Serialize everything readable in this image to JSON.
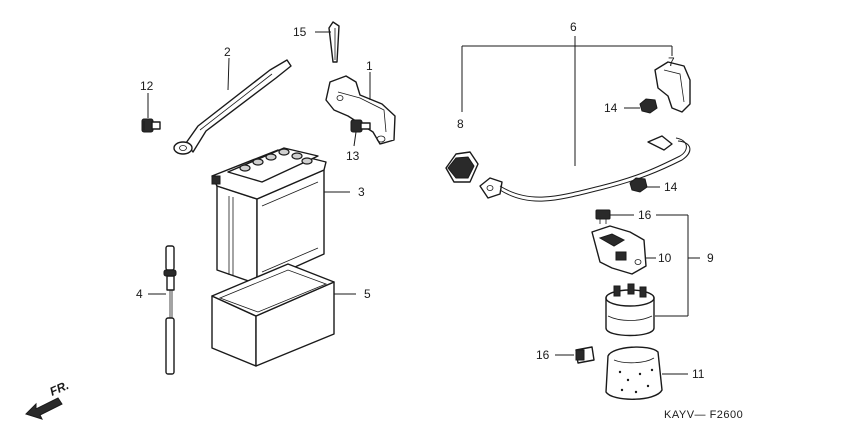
{
  "callouts": {
    "c1": "1",
    "c2": "2",
    "c3": "3",
    "c4": "4",
    "c5": "5",
    "c6": "6",
    "c7": "7",
    "c8": "8",
    "c9": "9",
    "c10": "10",
    "c11": "11",
    "c12": "12",
    "c13": "13",
    "c14a": "14",
    "c14b": "14",
    "c15": "15",
    "c16a": "16",
    "c16b": "16"
  },
  "front_indicator": "FR.",
  "drawing_code": "KAYV— F2600"
}
